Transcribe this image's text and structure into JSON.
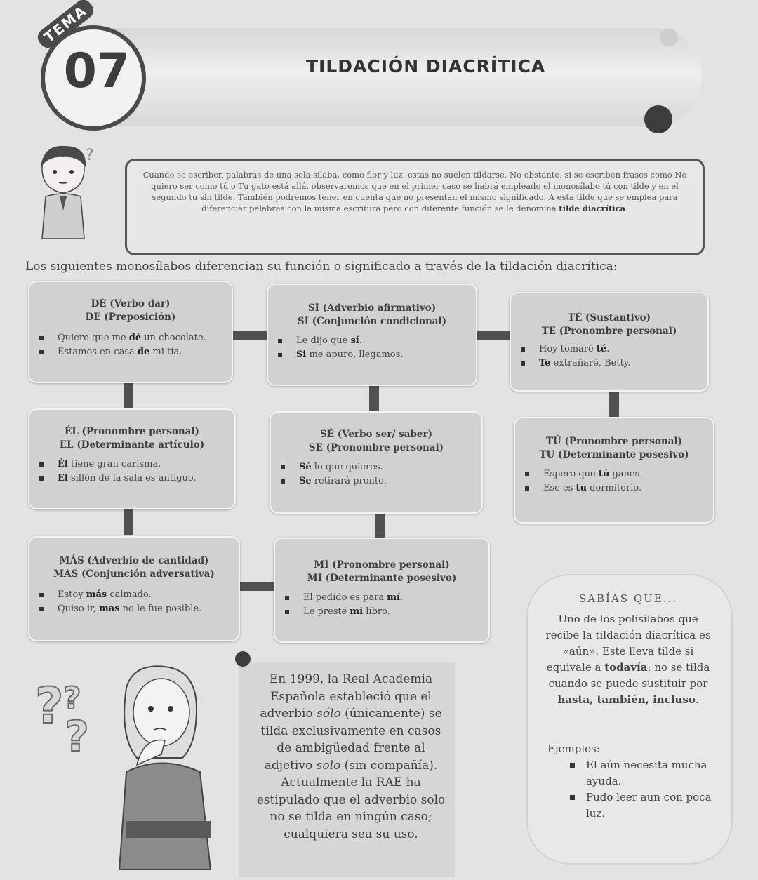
{
  "header": {
    "tema_label": "TEMA",
    "number": "07",
    "title": "TILDACIÓN DIACRÍTICA"
  },
  "intro": {
    "text_part1": "Cuando se escriben palabras de una sola sílaba, como flor y luz, estas no suelen tildarse. No obstante, si se escriben frases como No quiero ser como tú o Tu gato está allá, observaremos que en el primer caso se habrá empleado el monosílabo tú con tilde y en el segundo tu sin tilde. También podremos tener en cuenta que no presentan el mismo significado. A esta tilde que se emplea para diferenciar palabras con la misma escritura pero con diferente función se le denomina",
    "text_bold": "tilde diacrítica",
    "text_end": "."
  },
  "lead": "Los siguientes monosílabos diferencian su función o significado a través de la tildación diacrítica:",
  "boxes": [
    {
      "h1": "DÉ (Verbo dar)",
      "h2": "DE (Preposición)",
      "e1a": "Quiero que me ",
      "e1b": "dé",
      "e1c": " un chocolate.",
      "e2a": "Estamos en casa ",
      "e2b": "de",
      "e2c": " mi tía."
    },
    {
      "h1": "SÍ (Adverbio afirmativo)",
      "h2": "SI (Conjunción condicional)",
      "e1a": "Le dijo que ",
      "e1b": "sí",
      "e1c": ".",
      "e2a": "",
      "e2b": "Si",
      "e2c": " me apuro, llegamos."
    },
    {
      "h1": "TÉ (Sustantivo)",
      "h2": "TE (Pronombre personal)",
      "e1a": "Hoy tomaré ",
      "e1b": "té",
      "e1c": ".",
      "e2a": "",
      "e2b": "Te",
      "e2c": " extrañaré, Betty."
    },
    {
      "h1": "ÉL (Pronombre personal)",
      "h2": "EL (Determinante artículo)",
      "e1a": "",
      "e1b": "Él",
      "e1c": " tiene gran carisma.",
      "e2a": "",
      "e2b": "El",
      "e2c": " sillón de la sala es antiguo."
    },
    {
      "h1": "SÉ (Verbo ser/ saber)",
      "h2": "SE (Pronombre personal)",
      "e1a": "",
      "e1b": "Sé",
      "e1c": " lo que quieres.",
      "e2a": "",
      "e2b": "Se",
      "e2c": " retirará pronto."
    },
    {
      "h1": "TÚ (Pronombre personal)",
      "h2": "TU (Determinante posesivo)",
      "e1a": "Espero que ",
      "e1b": "tú",
      "e1c": " ganes.",
      "e2a": "Ese es ",
      "e2b": "tu",
      "e2c": " dormitorio."
    },
    {
      "h1": "MÁS (Adverbio de cantidad)",
      "h2": "MAS (Conjunción adversativa)",
      "e1a": "Estoy ",
      "e1b": "más",
      "e1c": " calmado.",
      "e2a": "Quiso ir, ",
      "e2b": "mas",
      "e2c": " no le fue posible."
    },
    {
      "h1": "MÍ (Pronombre personal)",
      "h2": "MI (Determinante posesivo)",
      "e1a": "El pedido es para ",
      "e1b": "mí",
      "e1c": ".",
      "e2a": "Le presté ",
      "e2b": "mi",
      "e2c": " libro."
    }
  ],
  "sabias": {
    "title": "SABÍAS QUE...",
    "text1": "Uno de los polisílabos que recibe la tildación diacrítica es «aún». Este lleva tilde si equivale a",
    "bold1": "todavía",
    "text2": "; no se tilda cuando se puede sustituir por",
    "bold2": "hasta, también, incluso",
    "text3": ".",
    "ejemplos": "Ejemplos:",
    "ex1": "Él aún necesita mucha ayuda.",
    "ex2": "Pudo leer aun con poca luz."
  },
  "solo": {
    "t1": "En 1999, la Real Academia Española estableció que el adverbio ",
    "i1": "sólo",
    "t2": " (únicamente) se tilda exclusivamente en casos de ambigüedad frente al adjetivo ",
    "i2": "solo",
    "t3": " (sin compañía). Actualmente la RAE ha estipulado que el adverbio solo no se tilda en ningún caso; cualquiera sea su uso."
  }
}
